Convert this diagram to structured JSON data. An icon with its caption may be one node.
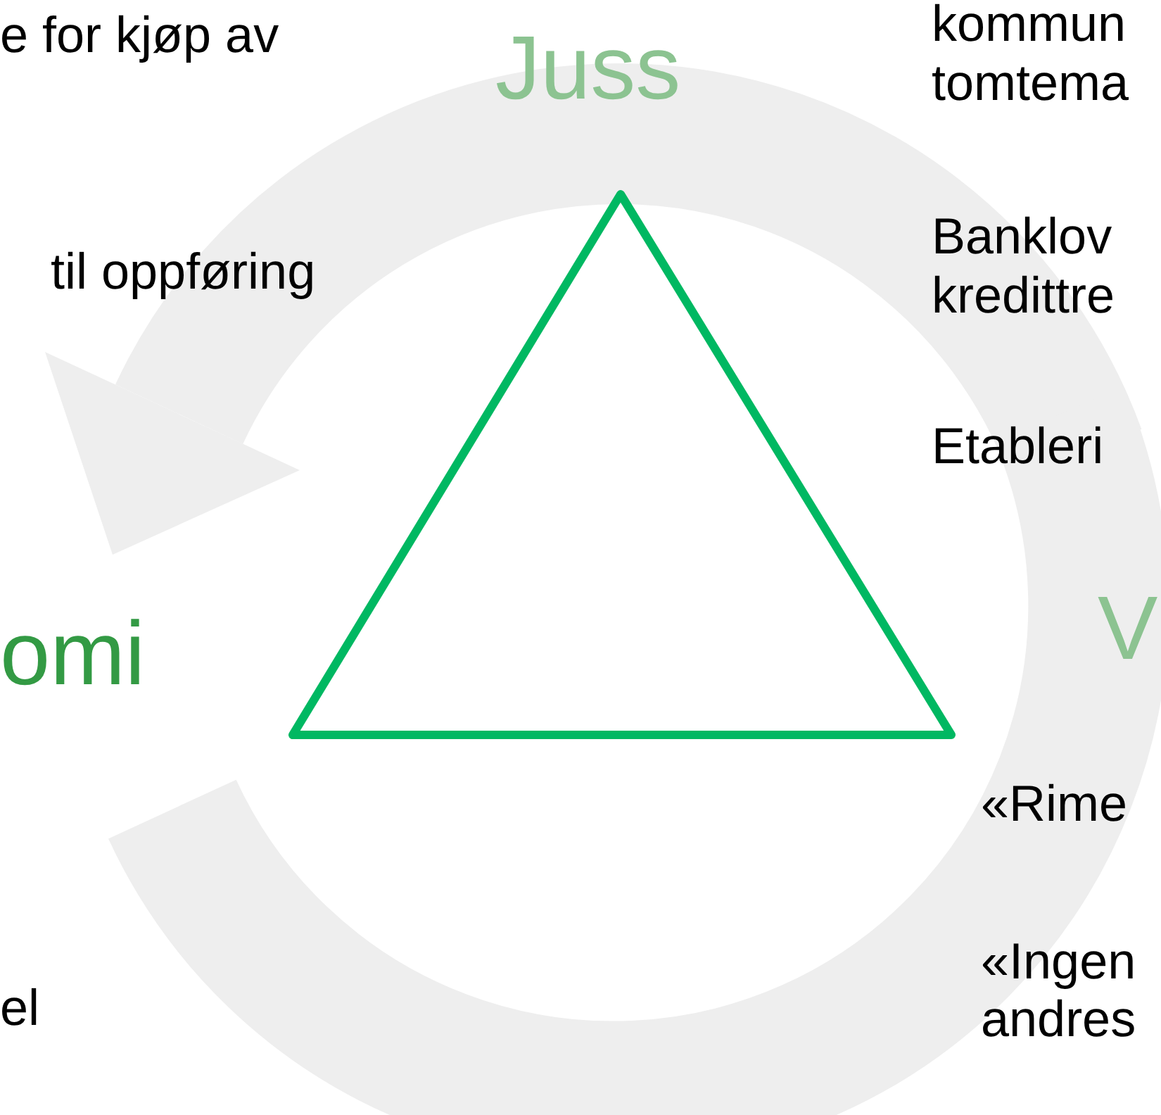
{
  "diagram": {
    "nodes": [
      {
        "text": [],
        "shape": "triangle"
      }
    ],
    "labels": [
      "e for kjøp av",
      "til oppføring",
      "Juss",
      "kommun",
      "tomtema",
      "Banklov",
      "kredittre",
      "Etableri",
      "omi",
      "V",
      "«Rime",
      "«Ingen",
      "andres",
      "el"
    ]
  }
}
